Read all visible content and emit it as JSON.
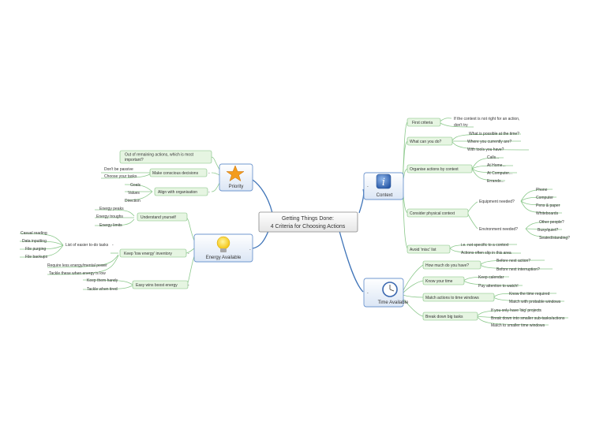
{
  "root": {
    "line1": "Getting Things Done:",
    "line2": "4 Criteria for Choosing Actions"
  },
  "branches": {
    "priority": {
      "label": "Priority",
      "icon": "star-icon",
      "items": {
        "out_of_remaining_1": "Out of remaining actions, which is most",
        "out_of_remaining_2": "important?",
        "make_conscious": "Make conscious decisions",
        "dont_be_passive": "Don't be passive",
        "choose_tasks": "Choose your tasks",
        "align": "Align with organisation",
        "goals": "Goals",
        "values": "Values",
        "direction": "Direction"
      }
    },
    "energy": {
      "label": "Energy Available",
      "icon": "lightbulb-icon",
      "items": {
        "understand": "Understand yourself",
        "peaks": "Energy peaks",
        "troughs": "Energy troughs",
        "limits": "Energy limits",
        "inventory": "Keep 'low energy' inventory",
        "list_easier": "List of easier to-do tasks",
        "casual_reading": "Casual reading",
        "data_inputting": "Data inputting",
        "file_purging": "File purging",
        "file_backups": "File backups",
        "require_less": "Require less energy/mental power",
        "tackle_low": "Tackle these when energy is low",
        "easy_wins": "Easy wins boost energy",
        "keep_handy": "Keep them handy",
        "tackle_tired": "Tackle when tired"
      }
    },
    "context": {
      "label": "Context",
      "icon": "info-icon",
      "items": {
        "first_criteria": "First criteria",
        "if_context_1": "If the context is not right for an action,",
        "if_context_2": "don't try",
        "what_can_you_do": "What can you do?",
        "what_possible": "What is possible at the time?",
        "where_are_you": "Where you currently are?",
        "with_tools": "With tools you have?",
        "organise": "Organise actions by context",
        "calls": "Calls...",
        "at_home": "At Home...",
        "at_computer": "At Computer...",
        "errands": "Errands...",
        "consider_physical": "Consider physical context",
        "equipment": "Equipment needed?",
        "phone": "Phone",
        "computer": "Computer",
        "pens": "Pens & paper",
        "whiteboards": "Whiteboards",
        "environment": "Environment needed?",
        "other_people": "Other people?",
        "busy_quiet": "Busy/quiet?",
        "seated": "Seated/standing?",
        "avoid_misc": "Avoid 'misc' list",
        "ie_not_specific": "i.e. not specific to a context",
        "actions_slip": "Actions often slip in this area"
      }
    },
    "time": {
      "label": "Time Available",
      "icon": "clock-icon",
      "items": {
        "how_much": "How much do you have?",
        "before_next_action": "Before next action?",
        "before_next_interruption": "Before next interruption?",
        "know_your_time": "Know your time",
        "keep_calendar": "Keep calendar",
        "pay_attention": "Pay attention to watch!",
        "match_actions": "Match actions to time windows",
        "know_time_required": "Know the time required",
        "match_probable": "Match with probable windows",
        "break_down": "Break down big tasks",
        "if_only_big": "If you only have 'big' projects",
        "break_into": "Break down into smaller sub-tasks/actions",
        "match_smaller": "Match to smaller time windows"
      }
    }
  },
  "colors": {
    "line_blue": "#3f74b8",
    "line_green": "#8cc98c",
    "sub_fill": "#e6f5e2",
    "sub_stroke": "#7cbf7c",
    "main_fill": "#e8f0fa",
    "main_stroke": "#6f97cf",
    "root_fill": "#f2f2f2",
    "root_stroke": "#888888"
  }
}
